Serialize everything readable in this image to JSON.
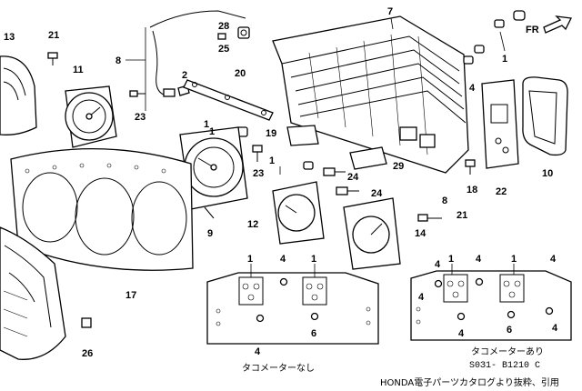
{
  "direction_label": "FR",
  "callouts": {
    "c13": "13",
    "c21a": "21",
    "c11": "11",
    "c8": "8",
    "c28": "28",
    "c25": "25",
    "c7": "7",
    "c1a": "1",
    "c4a": "4",
    "c2": "2",
    "c20": "20",
    "c23a": "23",
    "c1b": "1",
    "c19": "19",
    "c1c": "1",
    "c23b": "23",
    "c1d": "1",
    "c29": "29",
    "c24a": "24",
    "c24b": "24",
    "c18": "18",
    "c22": "22",
    "c10": "10",
    "c8b": "8",
    "c9": "9",
    "c12": "12",
    "c21b": "21",
    "c14": "14",
    "c17": "17",
    "c26": "26",
    "l1a": "1",
    "l4a": "4",
    "l1b": "1",
    "l4b": "4",
    "l6": "6",
    "r4a": "4",
    "r1a": "1",
    "r4b": "4",
    "r4c": "4",
    "r1b": "1",
    "r4d": "4",
    "r4e": "4",
    "r6": "6",
    "r4f": "4"
  },
  "captions": {
    "left_panel": "タコメーターなし",
    "right_panel": "タコメーターあり",
    "ref_code": "S0З1- B1210 C",
    "credit": "HONDA電子パーツカタログより抜粋、引用"
  }
}
